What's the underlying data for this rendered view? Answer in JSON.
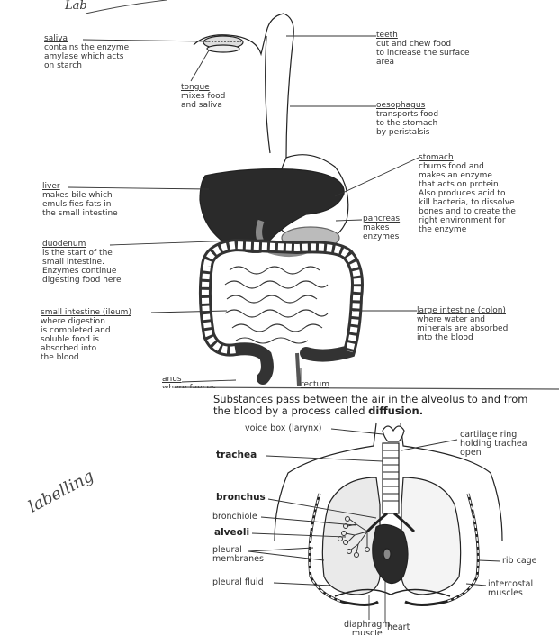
{
  "digestive": {
    "header_scribble": "Lab",
    "saliva": {
      "name": "saliva",
      "desc": [
        "contains the enzyme",
        "amylase which acts",
        "on starch"
      ]
    },
    "teeth": {
      "name": "teeth",
      "desc": [
        "cut and chew food",
        "to increase the surface",
        "area"
      ]
    },
    "tongue": {
      "name": "tongue",
      "desc": [
        "mixes food",
        "and saliva"
      ]
    },
    "oesophagus": {
      "name": "oesophagus",
      "desc": [
        "transports food",
        "to the stomach",
        "by peristalsis"
      ]
    },
    "stomach": {
      "name": "stomach",
      "desc": [
        "churns food and",
        "makes an enzyme",
        "that acts on protein.",
        "Also produces acid to",
        "kill bacteria, to dissolve",
        "bones and to create the",
        "right environment for",
        "the enzyme"
      ]
    },
    "liver": {
      "name": "liver",
      "desc": [
        "makes bile which",
        "emulsifies fats in",
        "the small intestine"
      ]
    },
    "pancreas": {
      "name": "pancreas",
      "desc": [
        "makes",
        "enzymes"
      ]
    },
    "duodenum": {
      "name": "duodenum",
      "desc": [
        "is the start of the",
        "small intestine.",
        "Enzymes continue",
        "digesting food here"
      ]
    },
    "small_intestine": {
      "name": "small intestine (ileum)",
      "desc": [
        "where digestion",
        "is completed and",
        "soluble food is",
        "absorbed into",
        "the blood"
      ]
    },
    "large_intestine": {
      "name": "large intestine (colon)",
      "desc": [
        "where water and",
        "minerals are absorbed",
        "into the blood"
      ]
    },
    "anus": {
      "name": "anus",
      "desc": [
        "where faeces"
      ]
    },
    "rectum": {
      "name": "rectum"
    }
  },
  "respiratory": {
    "intro_line1": "Substances pass between the air in the alveolus to and from",
    "intro_line2_a": "the blood by a process called ",
    "intro_line2_b": "diffusion.",
    "voice_box": "voice box (larynx)",
    "cartilage": [
      "cartilage ring",
      "holding trachea",
      "open"
    ],
    "trachea": "trachea",
    "bronchus": "bronchus",
    "bronchiole": "bronchiole",
    "alveoli": "alveoli",
    "pleural_membranes": [
      "pleural",
      "membranes"
    ],
    "pleural_fluid": "pleural fluid",
    "rib_cage": "rib cage",
    "intercostal": [
      "intercostal",
      "muscles"
    ],
    "diaphragm": [
      "diaphragm",
      "muscle"
    ],
    "heart": "heart",
    "handwriting": "labelling"
  }
}
